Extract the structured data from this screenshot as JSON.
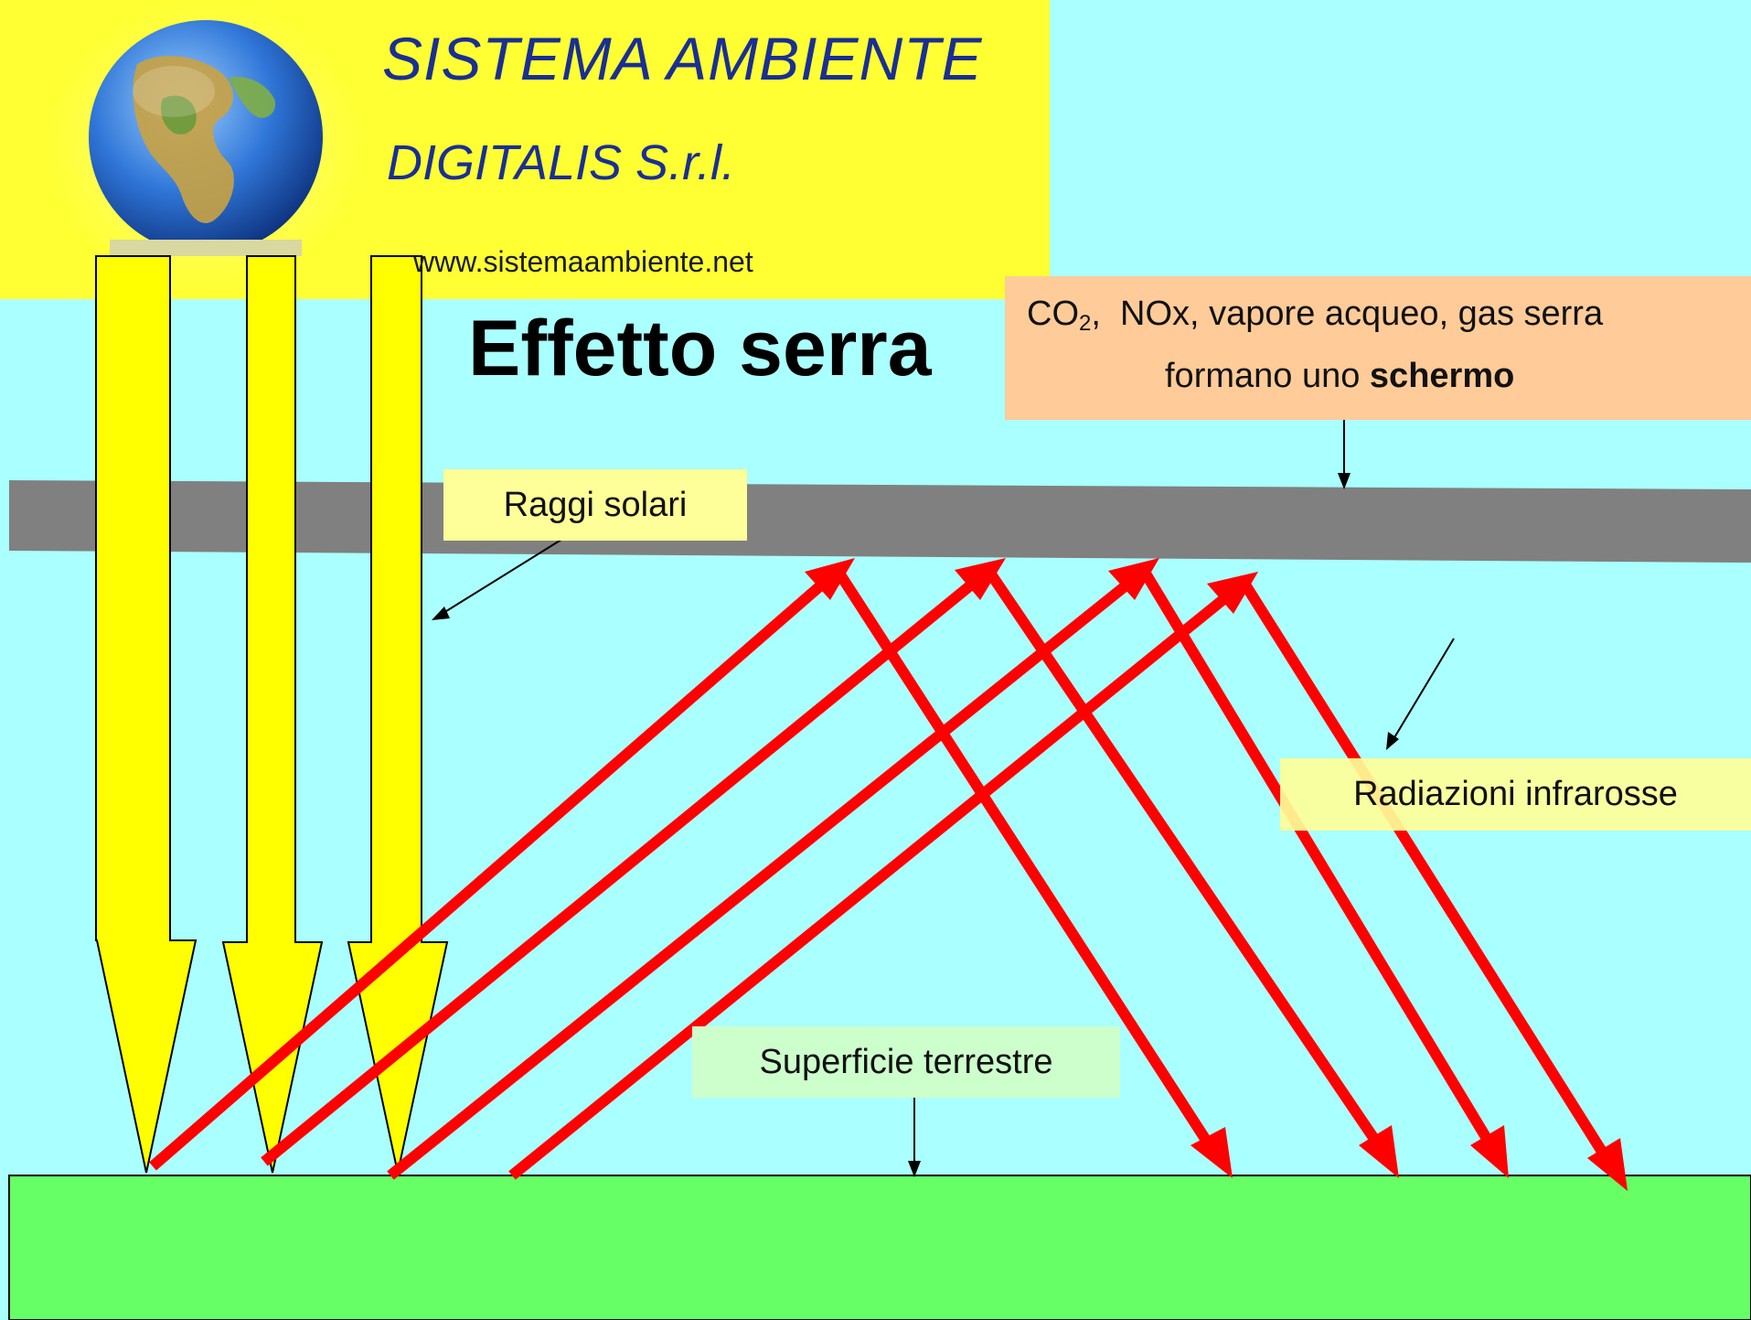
{
  "header": {
    "title": "SISTEMA AMBIENTE",
    "company": "DIGITALIS S.r.l.",
    "url": "www.sistemaambiente.net",
    "globe_icon": "earth-globe-icon"
  },
  "diagram": {
    "title": "Effetto serra",
    "gas_box": {
      "line1_prefix": "CO",
      "line1_subscript": "2",
      "line1_rest": ",  NOx, vapore acqueo, gas serra",
      "line2_normal": "formano uno ",
      "line2_bold": "schermo"
    },
    "labels": {
      "sun_rays": "Raggi solari",
      "infrared": "Radiazioni infrarosse",
      "surface": "Superficie terrestre"
    }
  },
  "colors": {
    "sky": "#aaffff",
    "ground": "#66ff66",
    "screen_band": "#808080",
    "sun_arrow": "#ffff00",
    "infrared_arrow": "#ff0000",
    "header_bg": "#ffff33",
    "header_text": "#1a2f93",
    "gas_box": "#ffcc99",
    "label_yellow": "#ffff99",
    "label_green": "#ccffcc"
  }
}
